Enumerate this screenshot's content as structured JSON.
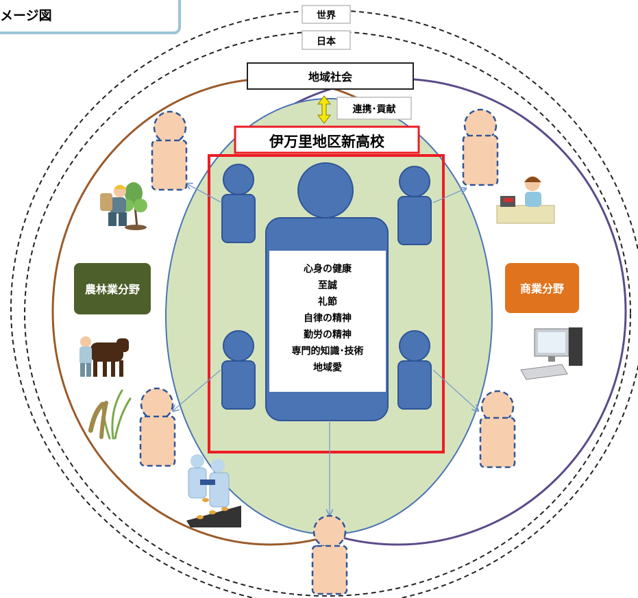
{
  "title_tab": "メージ図",
  "rings": {
    "world": "世界",
    "japan": "日本",
    "community": "地域社会",
    "cooperation": "連携･貢献"
  },
  "school": {
    "name": "伊万里地区新高校",
    "values": [
      "心身の健康",
      "至誠",
      "礼節",
      "自律の精神",
      "勤労の精神",
      "専門的知識･技術",
      "地域愛"
    ]
  },
  "fields": {
    "agriculture": "農林業分野",
    "commerce": "商業分野"
  },
  "colors": {
    "person_blue": "#4a74b4",
    "person_peach": "#f8cfae",
    "ellipse_green": "#d5e3bd",
    "school_red": "#ee1c24",
    "agri_green": "#4d5f2a",
    "commerce_orange": "#e0731d",
    "ring_brown": "#9a5a2a",
    "ring_purple": "#5b4a8a"
  }
}
